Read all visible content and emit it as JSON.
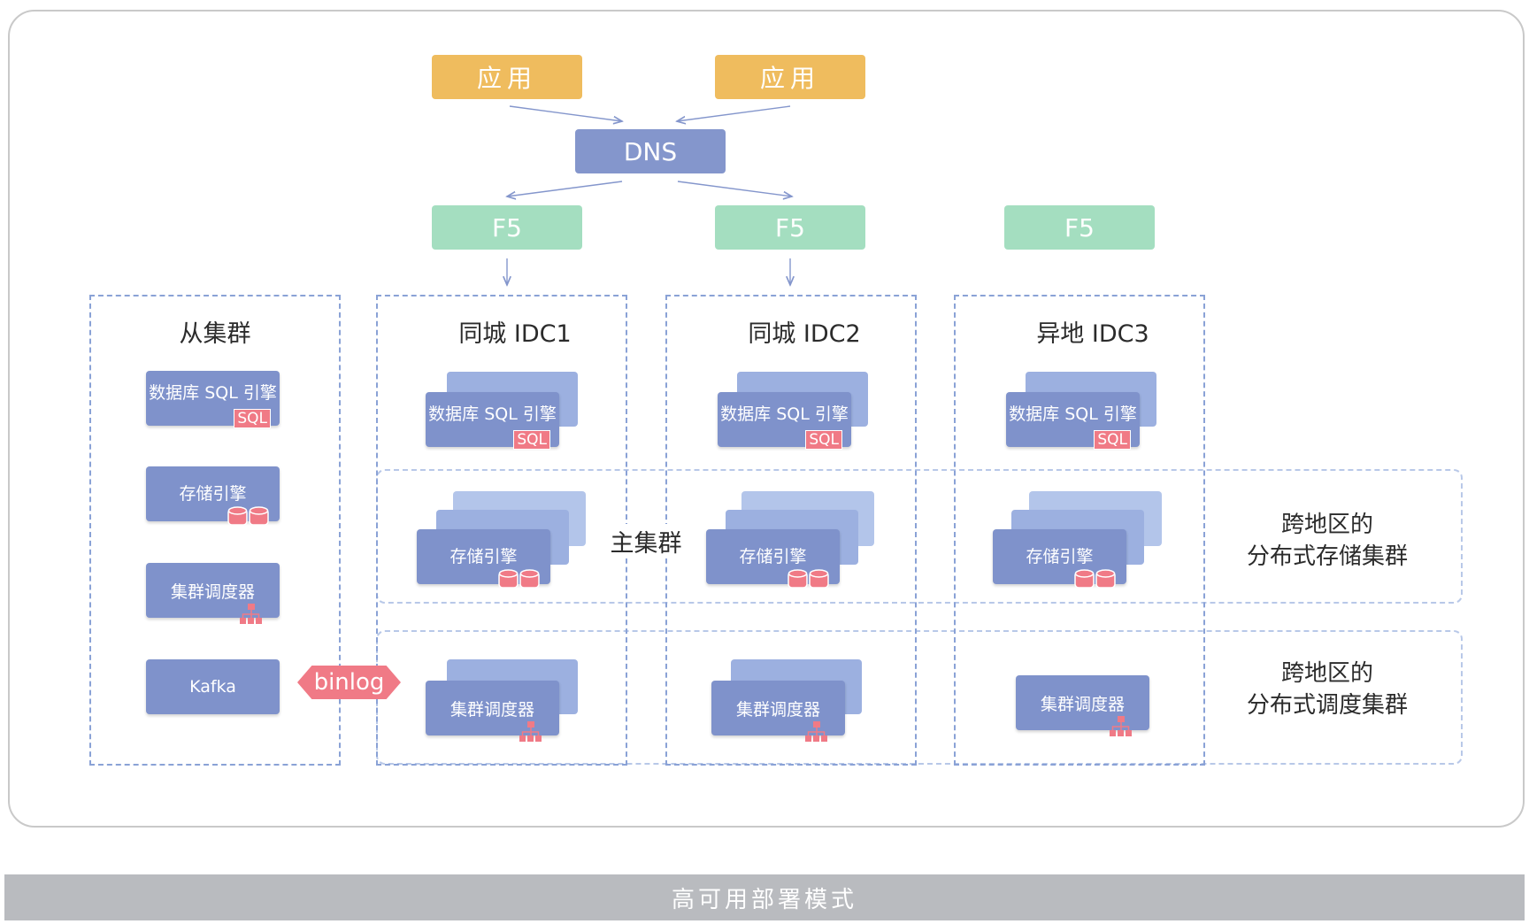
{
  "apps": [
    "应用",
    "应用"
  ],
  "dns": "DNS",
  "f5": [
    "F5",
    "F5",
    "F5"
  ],
  "zones": {
    "slave": "从集群",
    "idc1": "同城 IDC1",
    "idc2": "同城 IDC2",
    "idc3": "异地 IDC3"
  },
  "main_cluster": "主集群",
  "labels": {
    "db_engine": "数据库 SQL 引擎",
    "sql_badge": "SQL",
    "storage_engine": "存储引擎",
    "scheduler": "集群调度器",
    "kafka": "Kafka",
    "binlog": "binlog"
  },
  "side_labels": {
    "storage": [
      "跨地区的",
      "分布式存储集群"
    ],
    "scheduler": [
      "跨地区的",
      "分布式调度集群"
    ]
  },
  "footer": "高可用部署模式",
  "colors": {
    "app": "#efbc5e",
    "dns": "#8496cc",
    "f5": "#a4dec0",
    "card": "#7f92cb",
    "accent_red": "#f07a86",
    "dashed": "#8aa2d6",
    "footer": "#b9bbbf"
  }
}
